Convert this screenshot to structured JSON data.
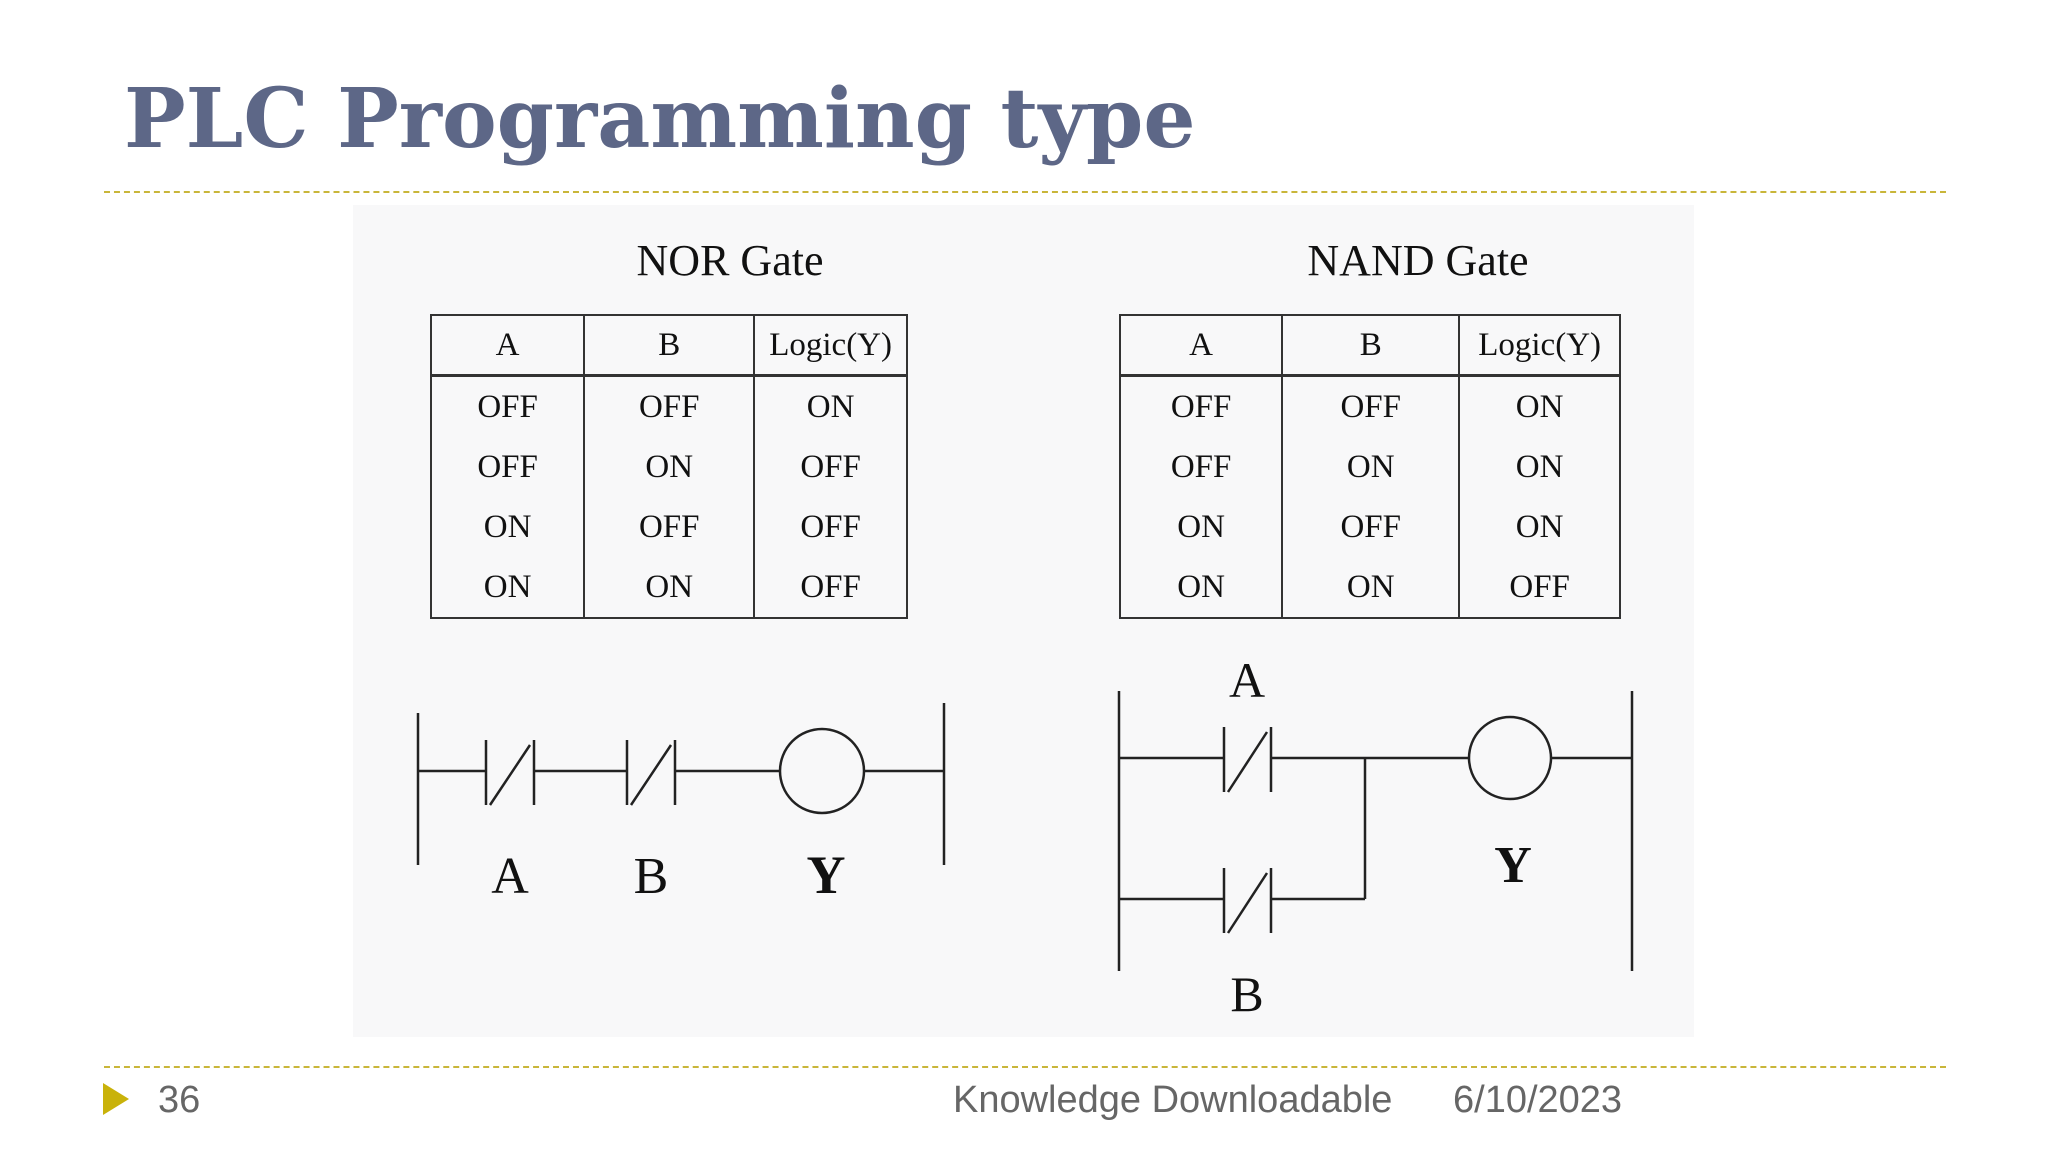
{
  "slide": {
    "title": "PLC Programming type",
    "page_number": "36",
    "footer_text": "Knowledge Downloadable",
    "date": "6/10/2023"
  },
  "nor_gate": {
    "title": "NOR Gate",
    "headers": [
      "A",
      "B",
      "Logic(Y)"
    ],
    "rows": [
      [
        "OFF",
        "OFF",
        "ON"
      ],
      [
        "OFF",
        "ON",
        "OFF"
      ],
      [
        "ON",
        "OFF",
        "OFF"
      ],
      [
        "ON",
        "ON",
        "OFF"
      ]
    ],
    "ladder_labels": {
      "a": "A",
      "b": "B",
      "y": "Y"
    }
  },
  "nand_gate": {
    "title": "NAND Gate",
    "headers": [
      "A",
      "B",
      "Logic(Y)"
    ],
    "rows": [
      [
        "OFF",
        "OFF",
        "ON"
      ],
      [
        "OFF",
        "ON",
        "ON"
      ],
      [
        "ON",
        "OFF",
        "ON"
      ],
      [
        "ON",
        "ON",
        "OFF"
      ]
    ],
    "ladder_labels": {
      "a": "A",
      "b": "B",
      "y": "Y"
    }
  },
  "colors": {
    "title": "#5d6787",
    "accent": "#c9b20a"
  }
}
